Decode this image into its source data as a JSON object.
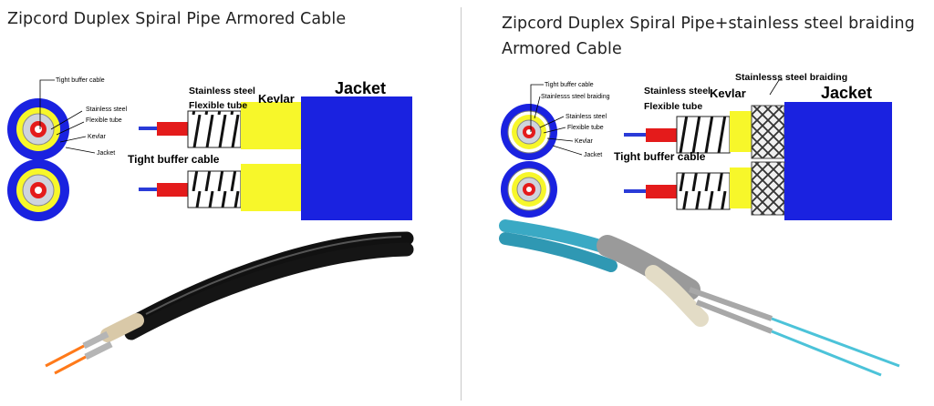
{
  "left": {
    "title": "Zipcord Duplex Spiral Pipe Armored Cable",
    "labels": {
      "tight_buffer_small": "Tight buffer cable",
      "stainless_steel_small": "Stainless steel",
      "flexible_tube_small": "Flexible tube",
      "kevlar_small": "Kevlar",
      "jacket_small": "Jacket",
      "stainless_steel": "Stainless steel",
      "flexible_tube": "Flexible tube",
      "kevlar": "Kevlar",
      "jacket": "Jacket",
      "tight_buffer": "Tight buffer cable"
    }
  },
  "right": {
    "title_line1": "Zipcord Duplex Spiral Pipe+stainless steel braiding",
    "title_line2": "Armored Cable",
    "labels": {
      "tight_buffer_small": "Tight buffer cable",
      "braiding_small": "Stainlesss steel braiding",
      "stainless_steel_small": "Stainless steel",
      "flexible_tube_small": "Flexible tube",
      "kevlar_small": "Kevlar",
      "jacket_small": "Jacket",
      "braiding": "Stainlesss steel braiding",
      "stainless_steel": "Stainless steel",
      "flexible_tube": "Flexible tube",
      "kevlar": "Kevlar",
      "jacket": "Jacket",
      "tight_buffer": "Tight buffer cable"
    }
  },
  "colors": {
    "jacket_blue": "#1a22e0",
    "kevlar_yellow": "#f7f72a",
    "buffer_red": "#e41b1b",
    "fiber_blue": "#2a3bd8",
    "black_cable": "#121212",
    "teal_cable": "#3aa9c4",
    "orange_fiber": "#ff7a1a"
  }
}
